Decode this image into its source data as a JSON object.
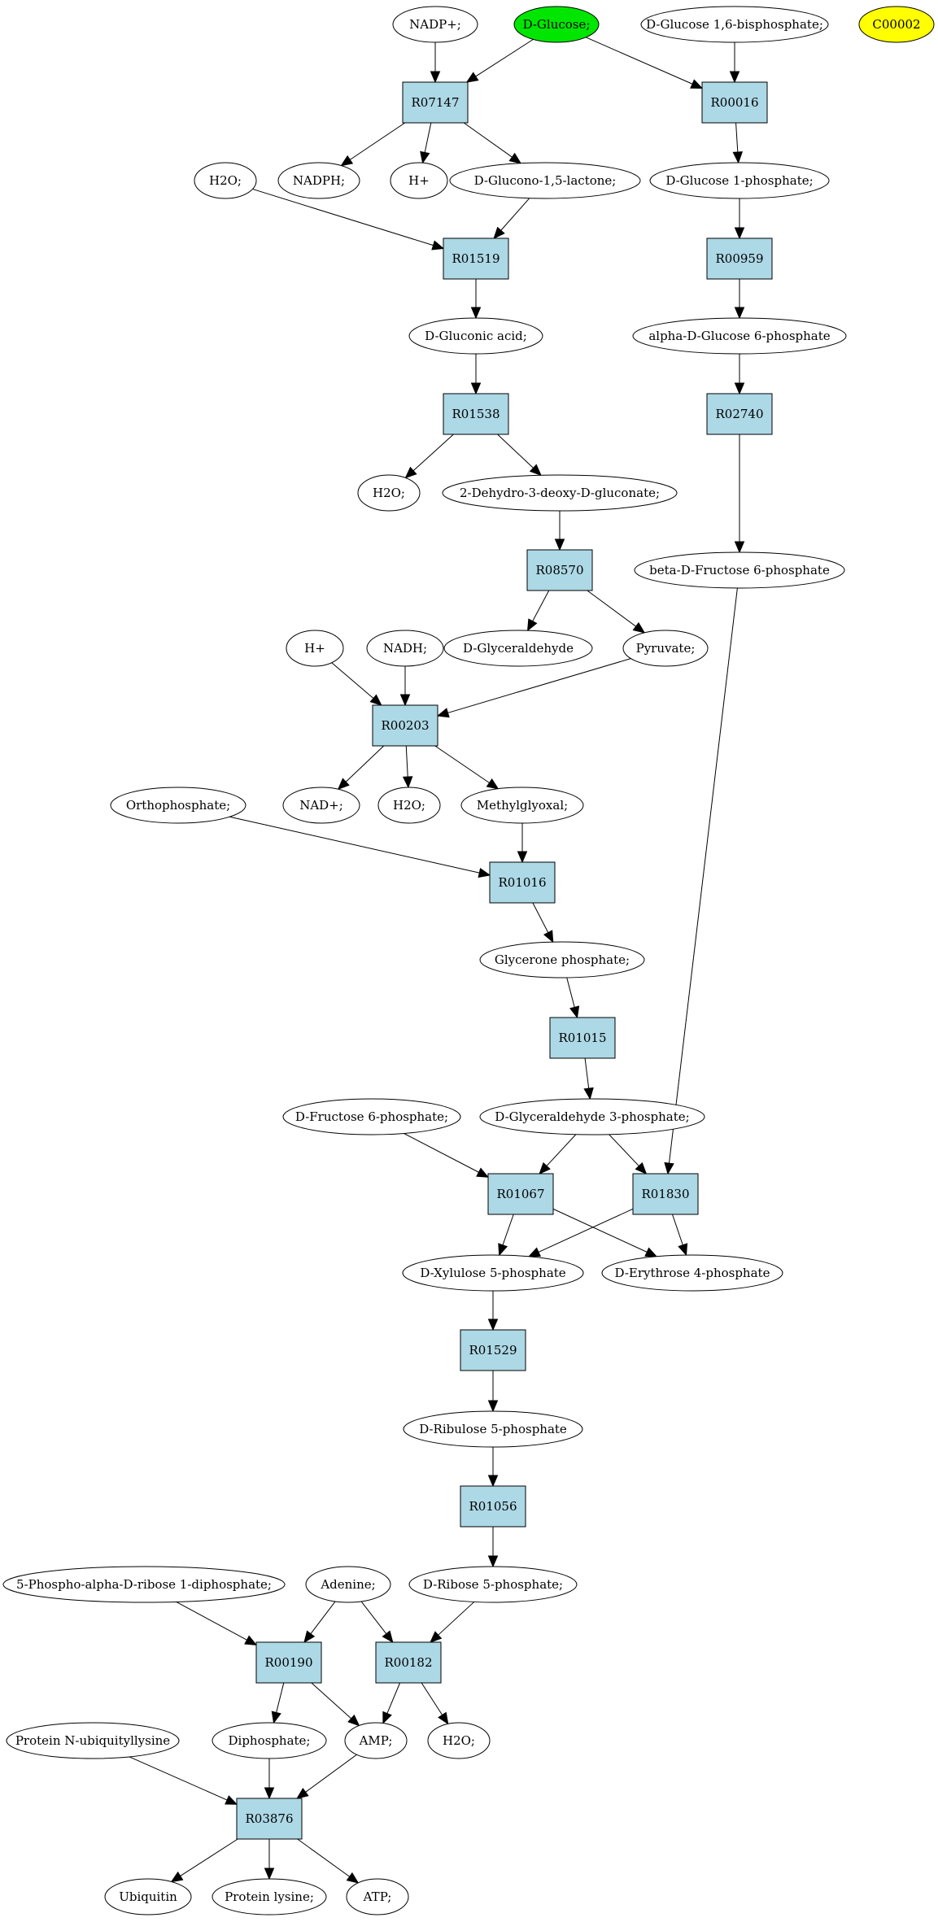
{
  "diagram": {
    "colors": {
      "compound": "#ffffff",
      "reaction": "#add8e6",
      "start": "#00e600",
      "highlight": "#ffff00",
      "stroke": "#000000"
    },
    "nodes": [
      {
        "id": "nadp",
        "label": "NADP+;",
        "shape": "ellipse",
        "fill": "compound"
      },
      {
        "id": "dglucose",
        "label": "D-Glucose;",
        "shape": "ellipse",
        "fill": "start"
      },
      {
        "id": "dg16bp",
        "label": "D-Glucose 1,6-bisphosphate;",
        "shape": "ellipse",
        "fill": "compound"
      },
      {
        "id": "c00002",
        "label": "C00002",
        "shape": "ellipse",
        "fill": "highlight"
      },
      {
        "id": "r07147",
        "label": "R07147",
        "shape": "box",
        "fill": "reaction"
      },
      {
        "id": "r00016",
        "label": "R00016",
        "shape": "box",
        "fill": "reaction"
      },
      {
        "id": "h2o_a",
        "label": "H2O;",
        "shape": "ellipse",
        "fill": "compound"
      },
      {
        "id": "nadph",
        "label": "NADPH;",
        "shape": "ellipse",
        "fill": "compound"
      },
      {
        "id": "hplus_a",
        "label": "H+",
        "shape": "ellipse",
        "fill": "compound"
      },
      {
        "id": "glucono",
        "label": "D-Glucono-1,5-lactone;",
        "shape": "ellipse",
        "fill": "compound"
      },
      {
        "id": "dg1p",
        "label": "D-Glucose 1-phosphate;",
        "shape": "ellipse",
        "fill": "compound"
      },
      {
        "id": "r01519",
        "label": "R01519",
        "shape": "box",
        "fill": "reaction"
      },
      {
        "id": "r00959",
        "label": "R00959",
        "shape": "box",
        "fill": "reaction"
      },
      {
        "id": "gluconic",
        "label": "D-Gluconic acid;",
        "shape": "ellipse",
        "fill": "compound"
      },
      {
        "id": "adg6p",
        "label": "alpha-D-Glucose 6-phosphate",
        "shape": "ellipse",
        "fill": "compound"
      },
      {
        "id": "r01538",
        "label": "R01538",
        "shape": "box",
        "fill": "reaction"
      },
      {
        "id": "r02740",
        "label": "R02740",
        "shape": "box",
        "fill": "reaction"
      },
      {
        "id": "h2o_b",
        "label": "H2O;",
        "shape": "ellipse",
        "fill": "compound"
      },
      {
        "id": "dehydro",
        "label": "2-Dehydro-3-deoxy-D-gluconate;",
        "shape": "ellipse",
        "fill": "compound"
      },
      {
        "id": "r08570",
        "label": "R08570",
        "shape": "box",
        "fill": "reaction"
      },
      {
        "id": "bdf6p",
        "label": "beta-D-Fructose 6-phosphate",
        "shape": "ellipse",
        "fill": "compound"
      },
      {
        "id": "hplus_b",
        "label": "H+",
        "shape": "ellipse",
        "fill": "compound"
      },
      {
        "id": "nadh",
        "label": "NADH;",
        "shape": "ellipse",
        "fill": "compound"
      },
      {
        "id": "dglyceraldehyde",
        "label": "D-Glyceraldehyde",
        "shape": "ellipse",
        "fill": "compound"
      },
      {
        "id": "pyruvate",
        "label": "Pyruvate;",
        "shape": "ellipse",
        "fill": "compound"
      },
      {
        "id": "r00203",
        "label": "R00203",
        "shape": "box",
        "fill": "reaction"
      },
      {
        "id": "orthophosphate",
        "label": "Orthophosphate;",
        "shape": "ellipse",
        "fill": "compound"
      },
      {
        "id": "nadplus",
        "label": "NAD+;",
        "shape": "ellipse",
        "fill": "compound"
      },
      {
        "id": "h2o_c",
        "label": "H2O;",
        "shape": "ellipse",
        "fill": "compound"
      },
      {
        "id": "methylglyoxal",
        "label": "Methylglyoxal;",
        "shape": "ellipse",
        "fill": "compound"
      },
      {
        "id": "r01016",
        "label": "R01016",
        "shape": "box",
        "fill": "reaction"
      },
      {
        "id": "glycerone",
        "label": "Glycerone phosphate;",
        "shape": "ellipse",
        "fill": "compound"
      },
      {
        "id": "r01015",
        "label": "R01015",
        "shape": "box",
        "fill": "reaction"
      },
      {
        "id": "df6p",
        "label": "D-Fructose 6-phosphate;",
        "shape": "ellipse",
        "fill": "compound"
      },
      {
        "id": "dga3p",
        "label": "D-Glyceraldehyde 3-phosphate;",
        "shape": "ellipse",
        "fill": "compound"
      },
      {
        "id": "r01067",
        "label": "R01067",
        "shape": "box",
        "fill": "reaction"
      },
      {
        "id": "r01830",
        "label": "R01830",
        "shape": "box",
        "fill": "reaction"
      },
      {
        "id": "dx5p",
        "label": "D-Xylulose 5-phosphate",
        "shape": "ellipse",
        "fill": "compound"
      },
      {
        "id": "de4p",
        "label": "D-Erythrose 4-phosphate",
        "shape": "ellipse",
        "fill": "compound"
      },
      {
        "id": "r01529",
        "label": "R01529",
        "shape": "box",
        "fill": "reaction"
      },
      {
        "id": "dribu5p",
        "label": "D-Ribulose 5-phosphate",
        "shape": "ellipse",
        "fill": "compound"
      },
      {
        "id": "r01056",
        "label": "R01056",
        "shape": "box",
        "fill": "reaction"
      },
      {
        "id": "prpp",
        "label": "5-Phospho-alpha-D-ribose 1-diphosphate;",
        "shape": "ellipse",
        "fill": "compound"
      },
      {
        "id": "adenine",
        "label": "Adenine;",
        "shape": "ellipse",
        "fill": "compound"
      },
      {
        "id": "dr5p",
        "label": "D-Ribose 5-phosphate;",
        "shape": "ellipse",
        "fill": "compound"
      },
      {
        "id": "r00190",
        "label": "R00190",
        "shape": "box",
        "fill": "reaction"
      },
      {
        "id": "r00182",
        "label": "R00182",
        "shape": "box",
        "fill": "reaction"
      },
      {
        "id": "protubq",
        "label": "Protein N-ubiquityllysine",
        "shape": "ellipse",
        "fill": "compound"
      },
      {
        "id": "diphosphate",
        "label": "Diphosphate;",
        "shape": "ellipse",
        "fill": "compound"
      },
      {
        "id": "amp",
        "label": "AMP;",
        "shape": "ellipse",
        "fill": "compound"
      },
      {
        "id": "h2o_d",
        "label": "H2O;",
        "shape": "ellipse",
        "fill": "compound"
      },
      {
        "id": "r03876",
        "label": "R03876",
        "shape": "box",
        "fill": "reaction"
      },
      {
        "id": "ubiquitin",
        "label": "Ubiquitin",
        "shape": "ellipse",
        "fill": "compound"
      },
      {
        "id": "protlys",
        "label": "Protein lysine;",
        "shape": "ellipse",
        "fill": "compound"
      },
      {
        "id": "atp",
        "label": "ATP;",
        "shape": "ellipse",
        "fill": "compound"
      }
    ],
    "edges": [
      [
        "nadp",
        "r07147"
      ],
      [
        "dglucose",
        "r07147"
      ],
      [
        "dglucose",
        "r00016"
      ],
      [
        "dg16bp",
        "r00016"
      ],
      [
        "r07147",
        "nadph"
      ],
      [
        "r07147",
        "hplus_a"
      ],
      [
        "r07147",
        "glucono"
      ],
      [
        "r00016",
        "dg1p"
      ],
      [
        "h2o_a",
        "r01519"
      ],
      [
        "glucono",
        "r01519"
      ],
      [
        "dg1p",
        "r00959"
      ],
      [
        "r01519",
        "gluconic"
      ],
      [
        "r00959",
        "adg6p"
      ],
      [
        "gluconic",
        "r01538"
      ],
      [
        "adg6p",
        "r02740"
      ],
      [
        "r01538",
        "h2o_b"
      ],
      [
        "r01538",
        "dehydro"
      ],
      [
        "dehydro",
        "r08570"
      ],
      [
        "r02740",
        "bdf6p"
      ],
      [
        "r08570",
        "dglyceraldehyde"
      ],
      [
        "r08570",
        "pyruvate"
      ],
      [
        "hplus_b",
        "r00203"
      ],
      [
        "nadh",
        "r00203"
      ],
      [
        "pyruvate",
        "r00203"
      ],
      [
        "r00203",
        "nadplus"
      ],
      [
        "r00203",
        "h2o_c"
      ],
      [
        "r00203",
        "methylglyoxal"
      ],
      [
        "orthophosphate",
        "r01016"
      ],
      [
        "methylglyoxal",
        "r01016"
      ],
      [
        "r01016",
        "glycerone"
      ],
      [
        "glycerone",
        "r01015"
      ],
      [
        "r01015",
        "dga3p"
      ],
      [
        "df6p",
        "r01067"
      ],
      [
        "dga3p",
        "r01067"
      ],
      [
        "dga3p",
        "r01830"
      ],
      [
        "bdf6p",
        "r01830"
      ],
      [
        "r01067",
        "dx5p"
      ],
      [
        "r01067",
        "de4p"
      ],
      [
        "r01830",
        "dx5p"
      ],
      [
        "r01830",
        "de4p"
      ],
      [
        "dx5p",
        "r01529"
      ],
      [
        "r01529",
        "dribu5p"
      ],
      [
        "dribu5p",
        "r01056"
      ],
      [
        "r01056",
        "dr5p"
      ],
      [
        "prpp",
        "r00190"
      ],
      [
        "adenine",
        "r00190"
      ],
      [
        "adenine",
        "r00182"
      ],
      [
        "dr5p",
        "r00182"
      ],
      [
        "r00190",
        "diphosphate"
      ],
      [
        "r00190",
        "amp"
      ],
      [
        "r00182",
        "amp"
      ],
      [
        "r00182",
        "h2o_d"
      ],
      [
        "protubq",
        "r03876"
      ],
      [
        "diphosphate",
        "r03876"
      ],
      [
        "amp",
        "r03876"
      ],
      [
        "r03876",
        "ubiquitin"
      ],
      [
        "r03876",
        "protlys"
      ],
      [
        "r03876",
        "atp"
      ]
    ]
  }
}
